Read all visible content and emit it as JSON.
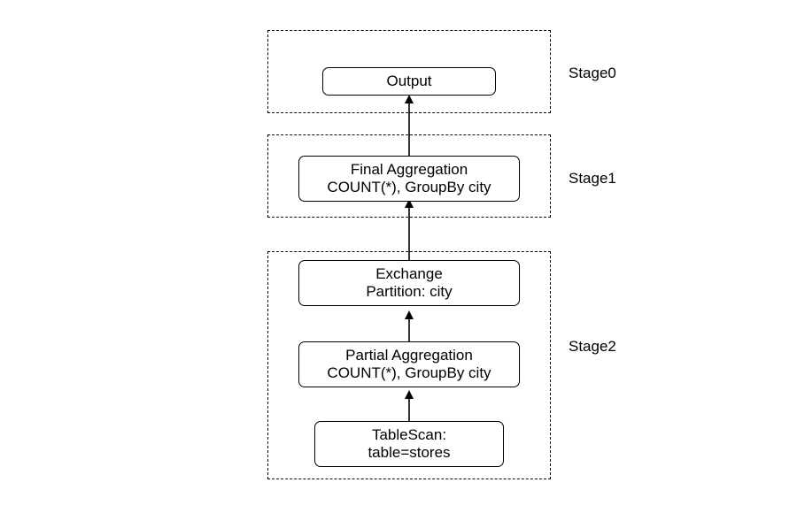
{
  "stages": {
    "stage0": {
      "label": "Stage0"
    },
    "stage1": {
      "label": "Stage1"
    },
    "stage2": {
      "label": "Stage2"
    }
  },
  "nodes": {
    "output": {
      "line1": "Output"
    },
    "final_aggregation": {
      "line1": "Final Aggregation",
      "line2": "COUNT(*), GroupBy city"
    },
    "exchange": {
      "line1": "Exchange",
      "line2": "Partition: city"
    },
    "partial_aggregation": {
      "line1": "Partial Aggregation",
      "line2": "COUNT(*), GroupBy city"
    },
    "table_scan": {
      "line1": "TableScan:",
      "line2": "table=stores"
    }
  },
  "edges": [
    {
      "from": "table_scan",
      "to": "partial_aggregation"
    },
    {
      "from": "partial_aggregation",
      "to": "exchange"
    },
    {
      "from": "exchange",
      "to": "final_aggregation"
    },
    {
      "from": "final_aggregation",
      "to": "output"
    }
  ]
}
